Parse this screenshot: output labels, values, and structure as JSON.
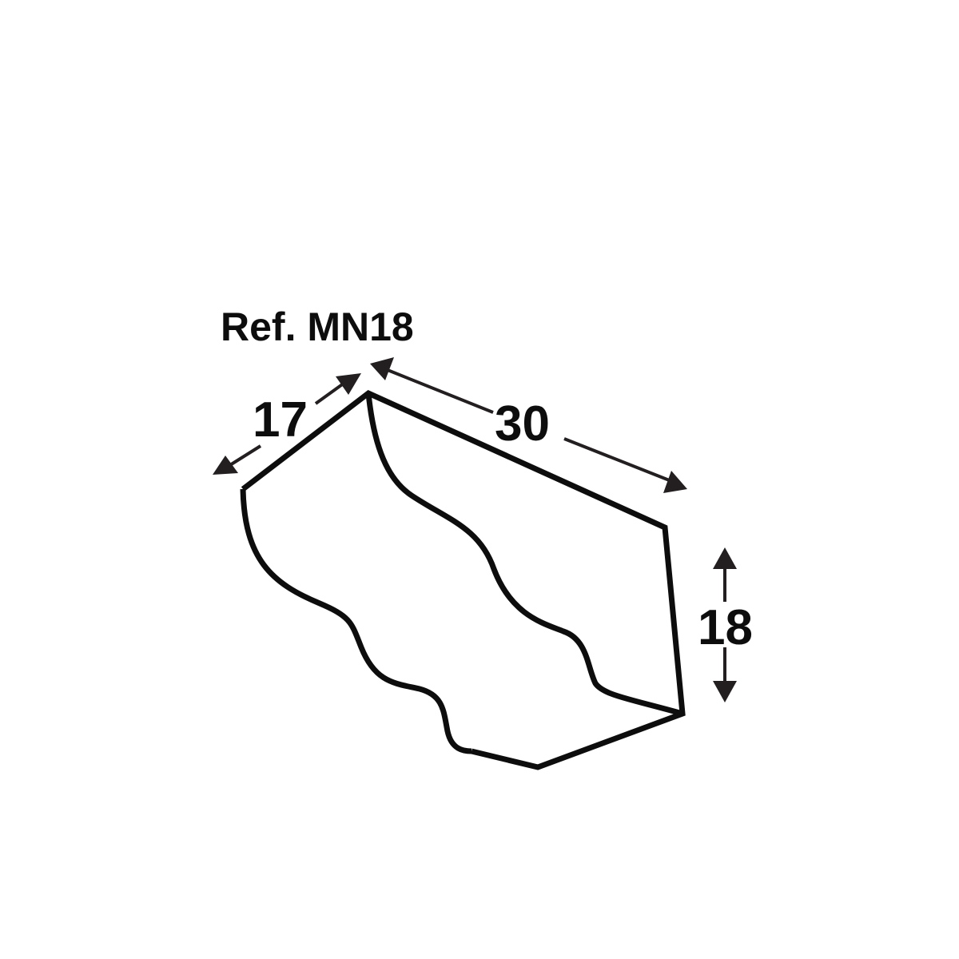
{
  "title": "Ref. MN18",
  "dimensions": {
    "depth": "17",
    "length": "30",
    "height": "18"
  },
  "colors": {
    "outline": "#0d0d0d",
    "arrow": "#231f20",
    "background": "#ffffff"
  }
}
